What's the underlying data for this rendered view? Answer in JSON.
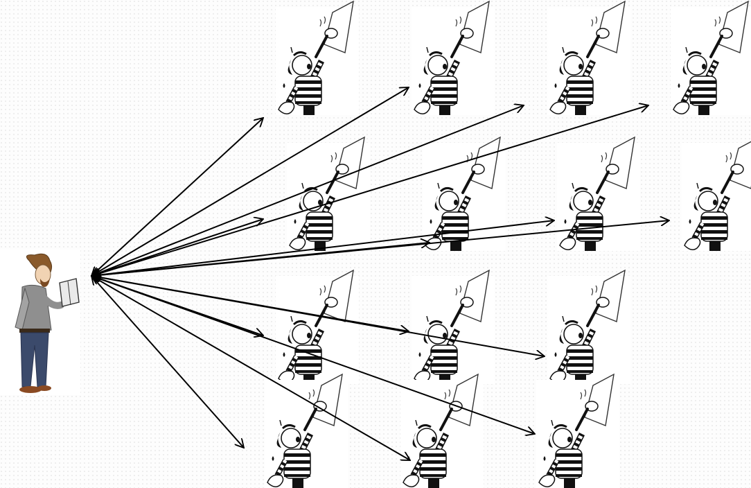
{
  "diagram": {
    "description_nodes": {
      "source": {
        "kind": "person",
        "icon": "person-reading-icon"
      },
      "receivers": [
        {
          "icon": "trumpet-player-icon"
        },
        {
          "icon": "trumpet-player-icon"
        },
        {
          "icon": "trumpet-player-icon"
        },
        {
          "icon": "trumpet-player-icon"
        },
        {
          "icon": "trumpet-player-icon"
        },
        {
          "icon": "trumpet-player-icon"
        },
        {
          "icon": "trumpet-player-icon"
        },
        {
          "icon": "trumpet-player-icon"
        },
        {
          "icon": "trumpet-player-icon"
        },
        {
          "icon": "trumpet-player-icon"
        },
        {
          "icon": "trumpet-player-icon"
        },
        {
          "icon": "trumpet-player-icon"
        },
        {
          "icon": "trumpet-player-icon"
        },
        {
          "icon": "trumpet-player-icon"
        }
      ]
    },
    "arrow_style": "double-headed",
    "arrow_count": 14,
    "colors": {
      "background": "#fdfdfd",
      "arrow": "#000000",
      "stripes": "#111111",
      "jacket": "#8f8f8f",
      "jeans": "#3b4a6b",
      "hair": "#8a5a2b",
      "skin": "#f1d3b3"
    }
  }
}
